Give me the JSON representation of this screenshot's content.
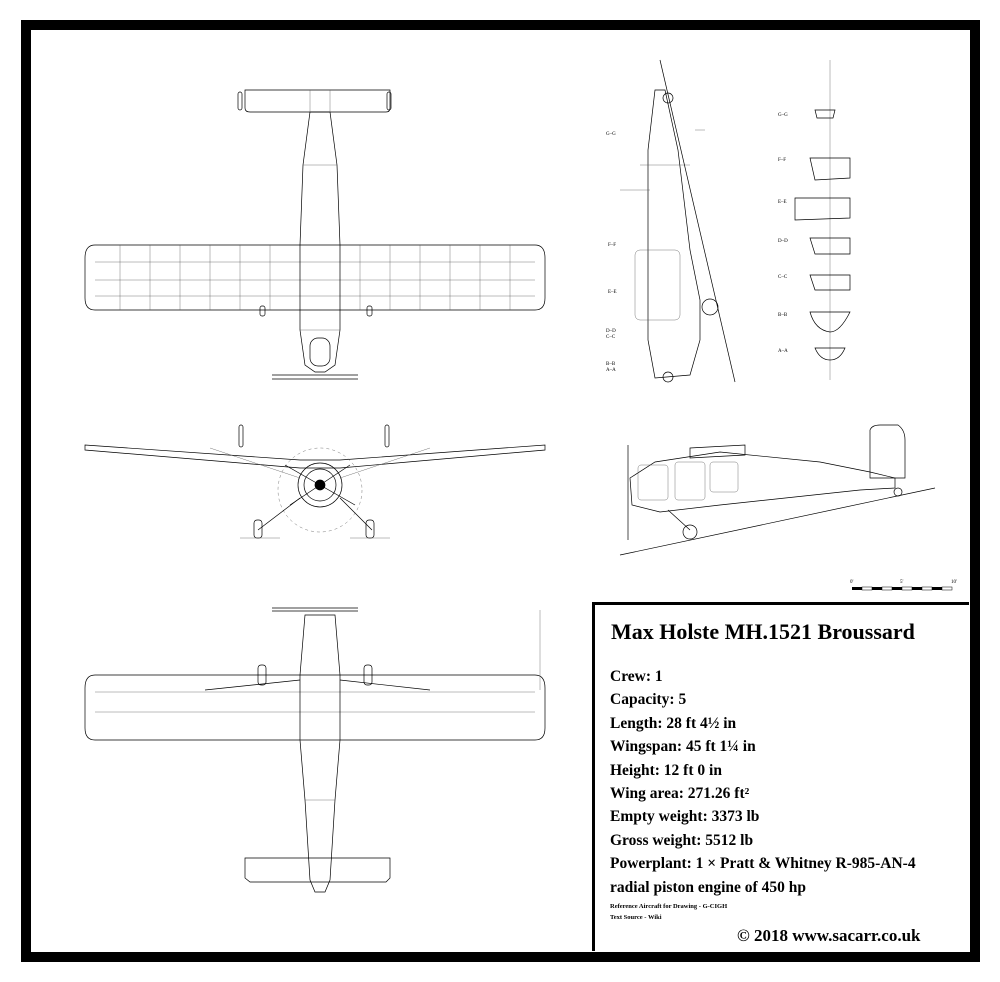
{
  "title": "Max Holste MH.1521 Broussard",
  "specs": [
    "Crew: 1",
    "Capacity: 5",
    "Length: 28 ft 4½ in",
    "Wingspan: 45 ft 1¼ in",
    "Height: 12 ft 0 in",
    "Wing area: 271.26 ft²",
    "Empty weight: 3373 lb",
    "Gross weight: 5512 lb",
    "Powerplant: 1 × Pratt & Whitney R-985-AN-4",
    "radial piston engine of 450 hp"
  ],
  "notes": [
    "Reference Aircraft for Drawing - G-CIGH",
    "Text Source - Wiki"
  ],
  "copyright": "© 2018 www.sacarr.co.uk",
  "section_labels": [
    "G–G",
    "F–F",
    "E–E",
    "D–D",
    "C–C",
    "B–B",
    "A–A"
  ],
  "station_labels": [
    "G–G",
    "F–F",
    "E–E",
    "D–D",
    "C–C",
    "B–B",
    "A–A"
  ],
  "scale_labels": [
    "0'",
    "5'",
    "10'"
  ]
}
